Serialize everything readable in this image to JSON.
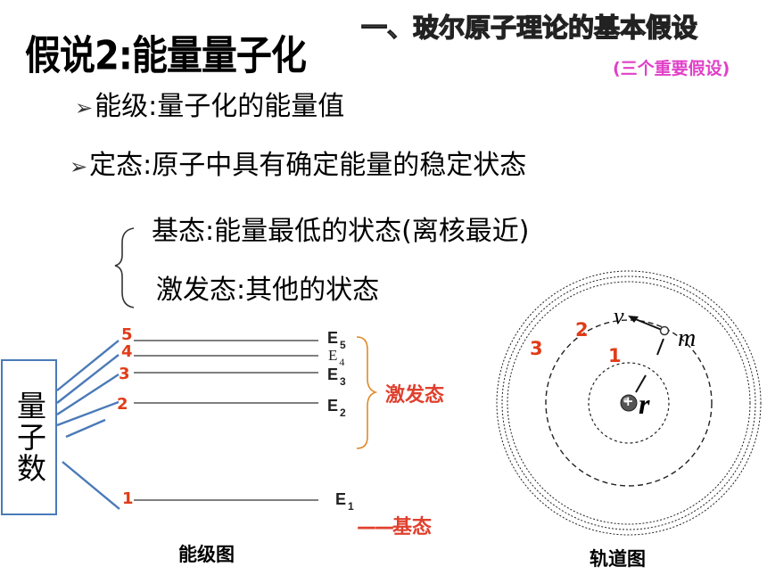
{
  "header": {
    "hypothesis_title": "假说2:能量量子化",
    "section_title": "一、玻尔原子理论的基本假设",
    "section_subtitle": "(三个重要假设)"
  },
  "bullets": [
    {
      "icon": "arrow-bullet-icon",
      "text": "能级:量子化的能量值"
    },
    {
      "icon": "arrow-bullet-icon",
      "text": "定态:原子中具有确定能量的稳定状态"
    }
  ],
  "states": {
    "ground": "基态:能量最低的状态(离核最近)",
    "excited": "激发态:其他的状态"
  },
  "energy_diagram": {
    "quantum_number_label": "量子数",
    "levels": [
      {
        "n": "5",
        "e_letter": "E",
        "e_sub": "5"
      },
      {
        "n": "4",
        "e_letter": "E",
        "e_sub": "4"
      },
      {
        "n": "3",
        "e_letter": "E",
        "e_sub": "3"
      },
      {
        "n": "2",
        "e_letter": "E",
        "e_sub": "2"
      },
      {
        "n": "1",
        "e_letter": "E",
        "e_sub": "1"
      }
    ],
    "excited_tag": "激发态",
    "ground_tag_dash": "——",
    "ground_tag": "基态",
    "caption": "能级图"
  },
  "orbit_diagram": {
    "orbit_labels": [
      "1",
      "2",
      "3"
    ],
    "velocity_symbol": "v",
    "mass_symbol": "m",
    "radius_symbol": "r",
    "nucleus_symbol": "+",
    "caption": "轨道图"
  },
  "colors": {
    "accent_red": "#e03c18",
    "box_blue": "#4a7ab8",
    "subtitle_pink": "#e040c8"
  }
}
